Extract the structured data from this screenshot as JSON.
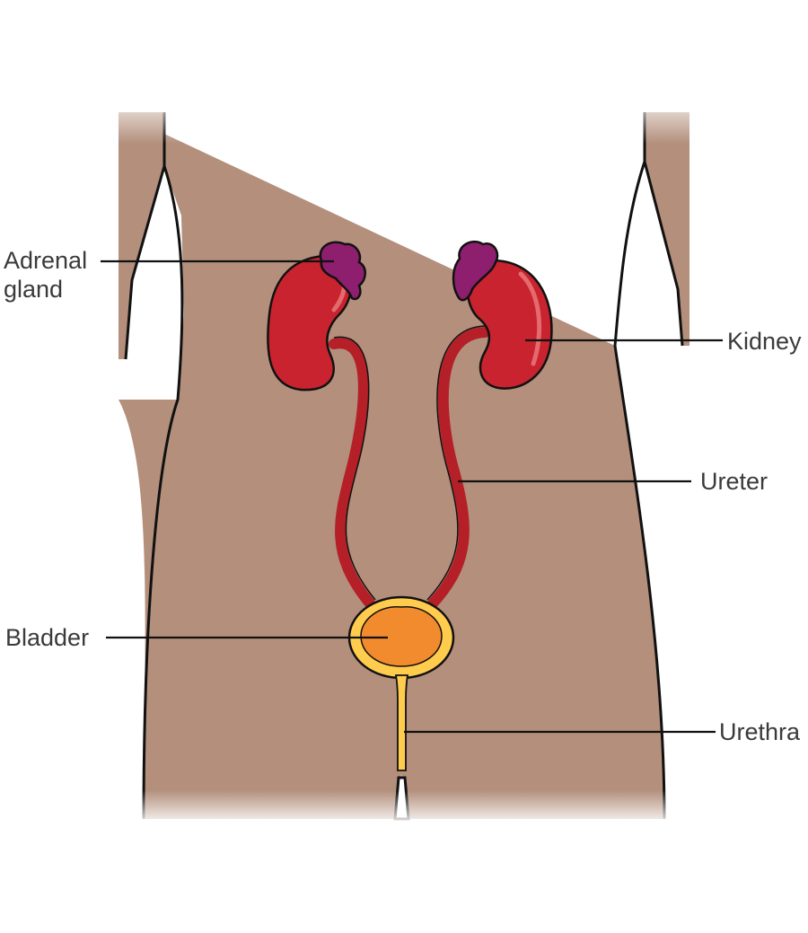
{
  "labels": {
    "adrenal_gland": {
      "line1": "Adrenal",
      "line2": "gland"
    },
    "kidney": "Kidney",
    "ureter": "Ureter",
    "bladder": "Bladder",
    "urethra": "Urethra"
  },
  "colors": {
    "skin": "#b38f7c",
    "kidney": "#c8232e",
    "kidney_highlight": "#e46a6d",
    "ureter": "#b51f27",
    "adrenal": "#8e1e6e",
    "bladder_fill": "#f28a2e",
    "bladder_rim": "#ffcc4d",
    "outline": "#111111",
    "label_text": "#3a3a3a"
  }
}
